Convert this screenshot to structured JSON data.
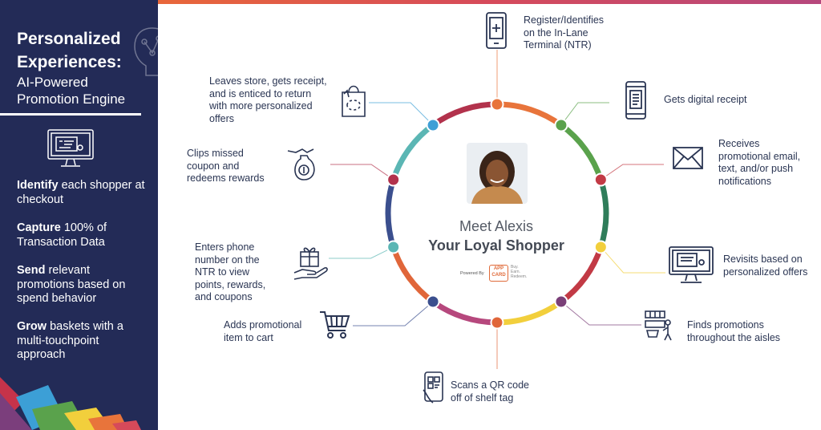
{
  "sidebar": {
    "title_line1": "Personalized",
    "title_line2": "Experiences:",
    "subtitle_line1": "AI-Powered",
    "subtitle_line2": "Promotion Engine",
    "bullets": [
      {
        "bold": "Identify",
        "rest": " each shopper at checkout"
      },
      {
        "bold": "Capture",
        "rest": " 100% of Transaction Data"
      },
      {
        "bold": "Send",
        "rest": " relevant promotions based on spend behavior"
      },
      {
        "bold": "Grow",
        "rest": " baskets with a multi-touchpoint approach"
      }
    ]
  },
  "center": {
    "meet": "Meet Alexis",
    "loyal": "Your Loyal Shopper",
    "powered_by": "Powered By",
    "logo_line1": "APP",
    "logo_line2": "CARD",
    "tagline_1": "Buy.",
    "tagline_2": "Earn.",
    "tagline_3": "Redeem."
  },
  "steps": [
    {
      "text": "Register/Identifies on the In-Lane Terminal (NTR)",
      "icon": "terminal-icon",
      "dot_color": "#e8743b"
    },
    {
      "text": "Gets digital receipt",
      "icon": "phone-receipt-icon",
      "dot_color": "#5aa24c"
    },
    {
      "text": "Receives promotional email, text, and/or push notifications",
      "icon": "envelope-icon",
      "dot_color": "#c23a45"
    },
    {
      "text": "Revisits based on personalized offers",
      "icon": "monitor-offer-icon",
      "dot_color": "#f2cf3c"
    },
    {
      "text": "Finds promotions throughout the aisles",
      "icon": "shopper-aisle-icon",
      "dot_color": "#7a3f78"
    },
    {
      "text": "Scans a QR code off of shelf tag",
      "icon": "qr-phone-icon",
      "dot_color": "#e0663a"
    },
    {
      "text": "Adds promotional item to cart",
      "icon": "cart-icon",
      "dot_color": "#3b4f8e"
    },
    {
      "text": "Enters phone number on the NTR to view points, rewards, and coupons",
      "icon": "gift-hand-icon",
      "dot_color": "#5bb6b4"
    },
    {
      "text": "Clips missed coupon and redeems rewards",
      "icon": "money-bag-icon",
      "dot_color": "#b2324c"
    },
    {
      "text": "Leaves store, gets receipt, and is enticed to return with more personalized offers",
      "icon": "shopping-bag-icon",
      "dot_color": "#3f9fd6"
    }
  ]
}
